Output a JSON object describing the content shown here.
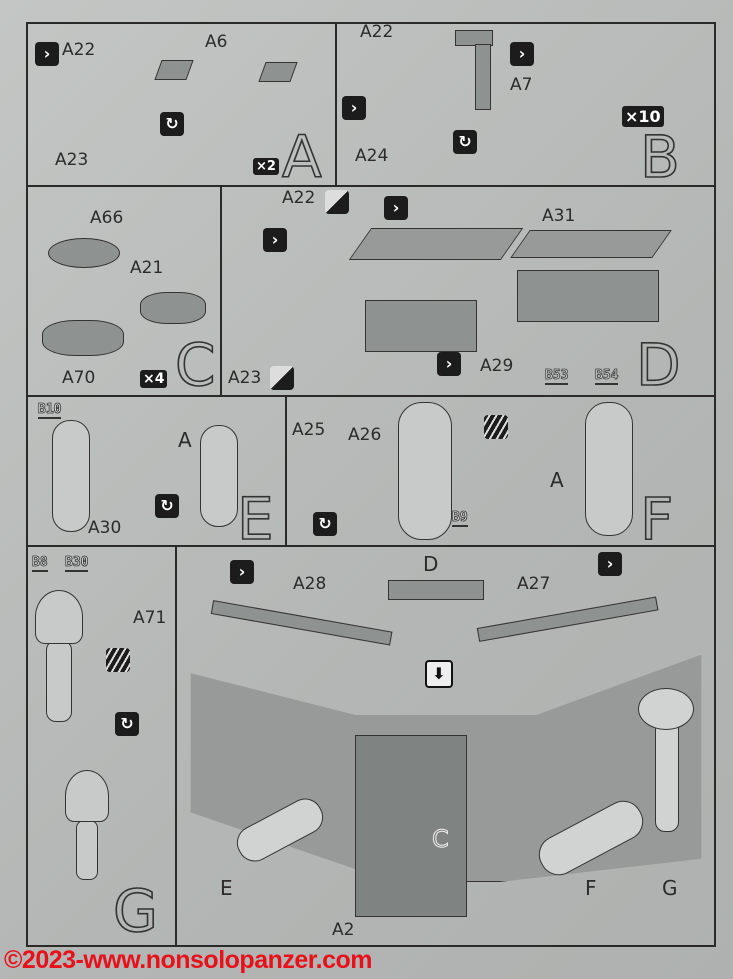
{
  "steps": {
    "A": {
      "letter": "A",
      "labels": [
        "A22",
        "A6",
        "A23"
      ],
      "multiplier": "×2"
    },
    "B": {
      "letter": "B",
      "labels": [
        "A22",
        "A7",
        "A24"
      ],
      "multiplier": "×10"
    },
    "C": {
      "letter": "C",
      "labels": [
        "A66",
        "A21",
        "A70"
      ],
      "multiplier": "×4"
    },
    "D": {
      "letter": "D",
      "labels": [
        "A22",
        "A31",
        "A23",
        "A29"
      ],
      "codes": [
        "B53",
        "B54"
      ]
    },
    "E": {
      "letter": "E",
      "labels": [
        "A",
        "A30"
      ],
      "codes": [
        "B10"
      ]
    },
    "F": {
      "letter": "F",
      "labels": [
        "A25",
        "A26",
        "A"
      ],
      "codes": [
        "B9"
      ]
    },
    "G": {
      "letter": "G",
      "labels": [
        "A71",
        "D",
        "A28",
        "A27",
        "C",
        "E",
        "F",
        "G",
        "A2"
      ],
      "codes": [
        "B8",
        "B30"
      ]
    }
  },
  "icons": {
    "arrow": "chevron-right-icon",
    "rotate": "rotate-icon",
    "cement": "glue-icon",
    "paint": "paint-icon"
  },
  "watermark": "©2023-www.nonsolopanzer.com"
}
